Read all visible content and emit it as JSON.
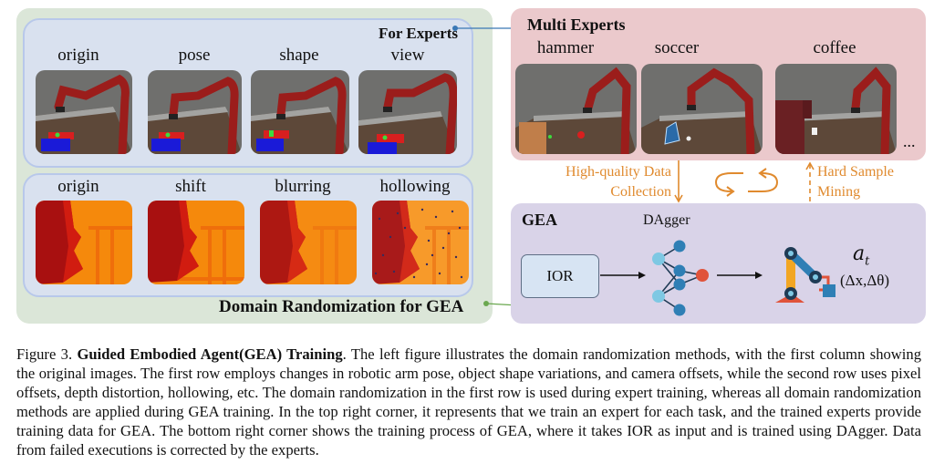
{
  "figure": {
    "left_panel": {
      "title": "Domain Randomization for GEA",
      "for_experts": {
        "title": "For Experts",
        "labels": [
          "origin",
          "pose",
          "shape",
          "view"
        ]
      },
      "depth_row": {
        "labels": [
          "origin",
          "shift",
          "blurring",
          "hollowing"
        ]
      }
    },
    "multi_experts": {
      "title": "Multi Experts",
      "tasks": [
        "hammer",
        "soccer",
        "coffee"
      ],
      "ellipsis": "..."
    },
    "arrows": {
      "down_label_line1": "High-quality Data",
      "down_label_line2": "Collection",
      "up_label_line1": "Hard Sample",
      "up_label_line2": "Mining"
    },
    "gea": {
      "title": "GEA",
      "input_label": "IOR",
      "network_label": "DAgger",
      "output_symbol": "a",
      "output_subscript": "t",
      "output_formula": "(Δx,Δθ)"
    },
    "colors": {
      "left_panel_bg": "#dbe6d8",
      "inner_panel_bg": "#d9e1ef",
      "multi_experts_bg": "#ebc9cc",
      "gea_bg": "#d9d3e8",
      "arrow_orange": "#e08a2e",
      "node_light": "#7ec8e3",
      "node_dark": "#2f7fb5",
      "node_output": "#e0533a"
    }
  },
  "caption": {
    "prefix": "Figure 3. ",
    "bold_title": "Guided Embodied Agent(GEA) Training",
    "text": ". The left figure illustrates the domain randomization methods, with the first column showing the original images. The first row employs changes in robotic arm pose, object shape variations, and camera offsets, while the second row uses pixel offsets, depth distortion, hollowing, etc. The domain randomization in the first row is used during expert training, whereas all domain randomization methods are applied during GEA training. In the top right corner, it represents that we train an expert for each task, and the trained experts provide training data for GEA. The bottom right corner shows the training process of GEA, where it takes IOR as input and is trained using DAgger. Data from failed executions is corrected by the experts."
  }
}
